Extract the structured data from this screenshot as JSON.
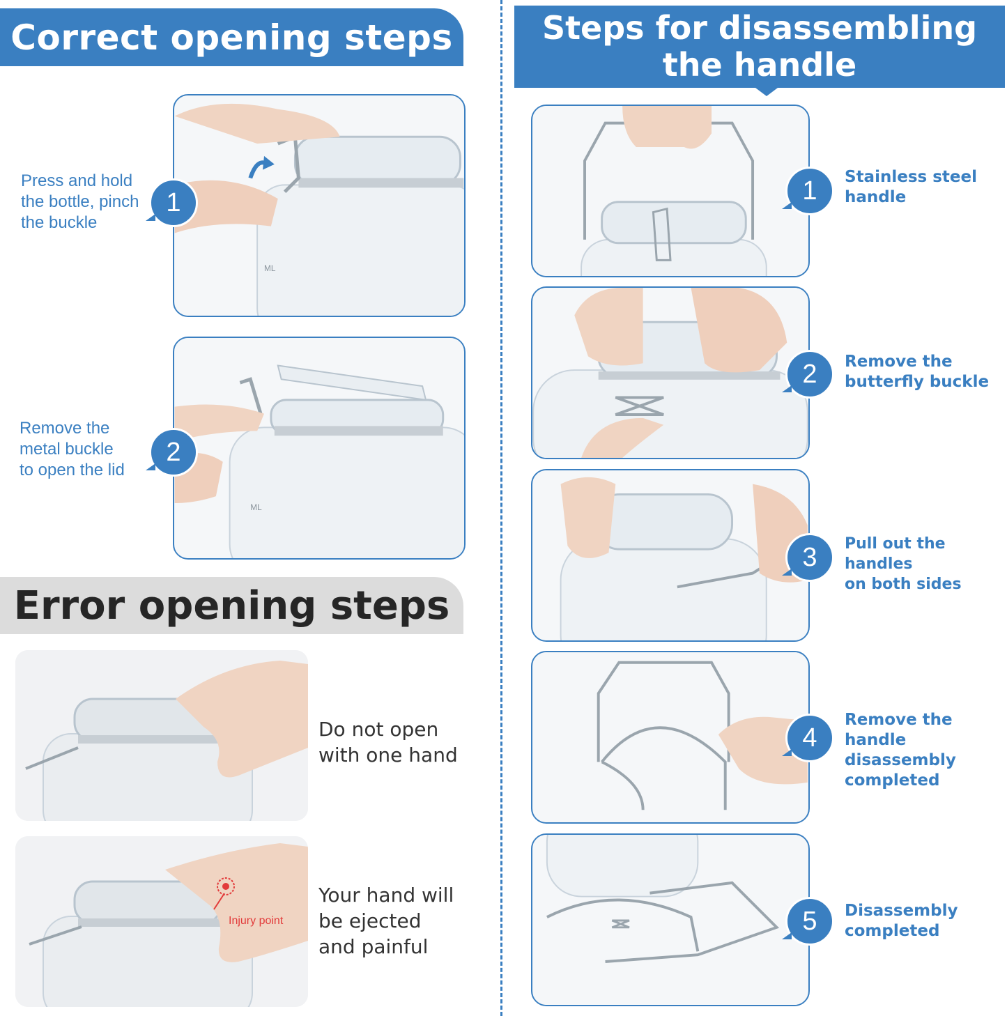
{
  "left": {
    "correct_title": "Correct opening steps",
    "steps": [
      {
        "num": "1",
        "text_lines": [
          "Press and hold",
          "the bottle, pinch",
          "the buckle"
        ]
      },
      {
        "num": "2",
        "text_lines": [
          "Remove the",
          "metal buckle",
          "to open the lid"
        ]
      }
    ],
    "error_title": "Error opening steps",
    "errors": [
      {
        "text_lines": [
          "Do not open",
          "with one hand"
        ]
      },
      {
        "text_lines": [
          "Your hand will",
          "be ejected",
          "and painful"
        ],
        "badge": "Injury point"
      }
    ]
  },
  "right": {
    "title_lines": [
      "Steps for disassembling",
      "the handle"
    ],
    "steps": [
      {
        "num": "1",
        "text_lines": [
          "Stainless steel",
          "handle"
        ]
      },
      {
        "num": "2",
        "text_lines": [
          "Remove the",
          "butterfly buckle"
        ]
      },
      {
        "num": "3",
        "text_lines": [
          "Pull out the handles",
          "on both sides"
        ]
      },
      {
        "num": "4",
        "text_lines": [
          "Remove the",
          "handle disassembly",
          "completed"
        ]
      },
      {
        "num": "5",
        "text_lines": [
          "Disassembly",
          "completed"
        ]
      }
    ]
  },
  "colors": {
    "accent": "#3a7fc1",
    "error_banner": "#dcdcdc",
    "injury": "#e23a3a"
  }
}
